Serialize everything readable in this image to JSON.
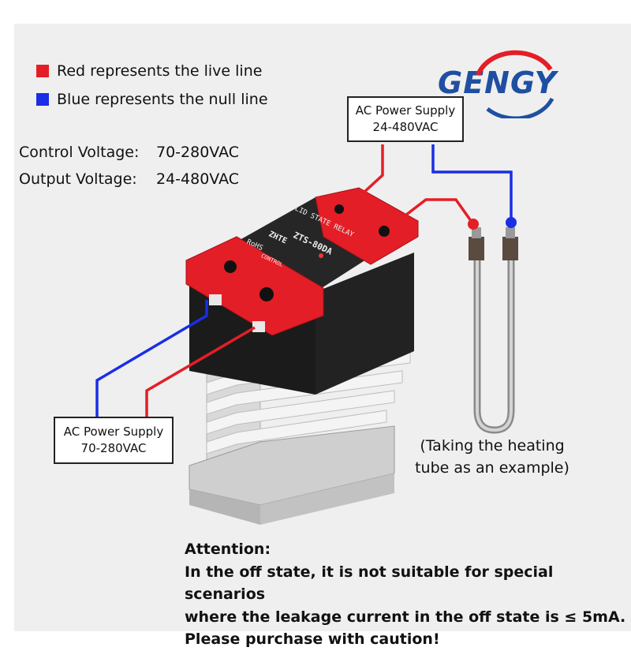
{
  "brand": {
    "logo_text": "GENGY",
    "logo_colors": [
      "#1f4fa2",
      "#e41e26"
    ]
  },
  "legend": [
    {
      "color": "#e41e26",
      "text": "Red represents the live line"
    },
    {
      "color": "#1a2ee6",
      "text": "Blue represents the null line"
    }
  ],
  "specs": {
    "control_label": "Control Voltage:",
    "control_value": "70-280VAC",
    "output_label": "Output Voltage:",
    "output_value": "24-480VAC"
  },
  "output_supply_box": {
    "line1": "AC Power Supply",
    "line2": "24-480VAC"
  },
  "control_supply_box": {
    "line1": "AC Power Supply",
    "line2": "70-280VAC"
  },
  "heater_caption": {
    "line1": "(Taking the heating",
    "line2": "tube as an example)"
  },
  "relay_markings": {
    "header": "SOLID STATE RELAY",
    "model": "ZTS-80DA",
    "rohs": "RoHS",
    "control": "CONTROL",
    "brand": "ZHTE"
  },
  "wire_colors": {
    "live": "#e41e26",
    "null": "#1a2ee6"
  },
  "attention": {
    "title": "Attention:",
    "line1": "In the off state, it is not suitable for special scenarios",
    "line2": "where the leakage current in the off state is ≤ 5mA.",
    "line3": "Please purchase with caution!"
  }
}
